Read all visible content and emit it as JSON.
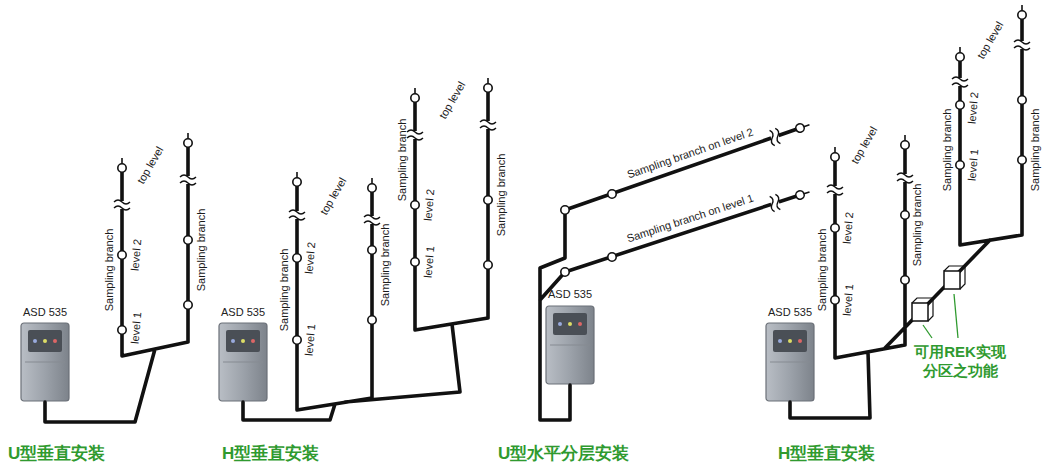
{
  "diagram": {
    "labels": [
      "ASD 535",
      "Sampling branch",
      "top level",
      "level 2",
      "level 1",
      "Sampling branch",
      "U型垂直安装",
      "ASD 535",
      "Sampling branch",
      "top level",
      "level 2",
      "level 1",
      "Sampling branch",
      "Sampling branch",
      "top level",
      "level 2",
      "level 1",
      "Sampling branch",
      "H型垂直安装",
      "ASD 535",
      "Sampling branch on level 2",
      "Sampling branch on level 1",
      "U型水平分层安装",
      "ASD 535",
      "Sampling branch",
      "top level",
      "level 2",
      "level 1",
      "Sampling branch",
      "Sampling branch",
      "top level",
      "level 2",
      "level 1",
      "Sampling branch",
      "可用REK实现分区之功能",
      "H型垂直安装"
    ]
  }
}
